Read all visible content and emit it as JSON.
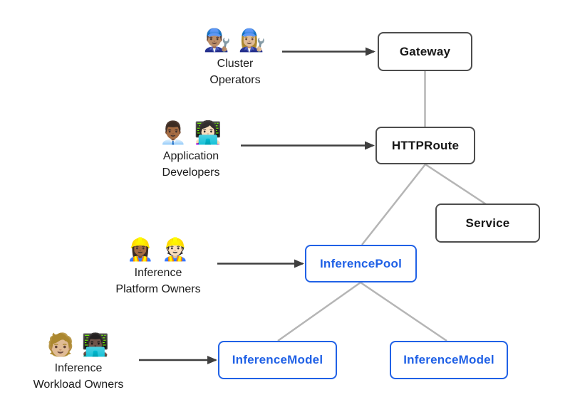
{
  "diagram": {
    "colors": {
      "accent_blue": "#2061e6",
      "box_border_gray": "#4d4d4d",
      "connector_gray": "#b5b5b5",
      "arrow_dark": "#3f3f3f"
    },
    "nodes": {
      "gateway": {
        "label": "Gateway",
        "style": "core"
      },
      "httproute": {
        "label": "HTTPRoute",
        "style": "core"
      },
      "service": {
        "label": "Service",
        "style": "core"
      },
      "inference_pool": {
        "label": "InferencePool",
        "style": "extension"
      },
      "inference_model_left": {
        "label": "InferenceModel",
        "style": "extension"
      },
      "inference_model_right": {
        "label": "InferenceModel",
        "style": "extension"
      }
    },
    "personas": [
      {
        "emoji": "👨🏽‍🔧 👩🏼‍🔧",
        "line1": "Cluster",
        "line2": "Operators",
        "points_to": "Gateway"
      },
      {
        "emoji": "👨🏾‍💼 👩🏻‍💻",
        "line1": "Application",
        "line2": "Developers",
        "points_to": "HTTPRoute"
      },
      {
        "emoji": "👷🏾‍♀️ 👷🏻",
        "line1": "Inference",
        "line2": "Platform Owners",
        "points_to": "InferencePool"
      },
      {
        "emoji": "🧑🏼 👨🏿‍💻",
        "line1": "Inference",
        "line2": "Workload Owners",
        "points_to": "InferenceModel"
      }
    ],
    "edges": [
      {
        "from": "Gateway",
        "to": "HTTPRoute"
      },
      {
        "from": "HTTPRoute",
        "to": "Service"
      },
      {
        "from": "HTTPRoute",
        "to": "InferencePool"
      },
      {
        "from": "InferencePool",
        "to": "InferenceModel (left)"
      },
      {
        "from": "InferencePool",
        "to": "InferenceModel (right)"
      }
    ]
  }
}
